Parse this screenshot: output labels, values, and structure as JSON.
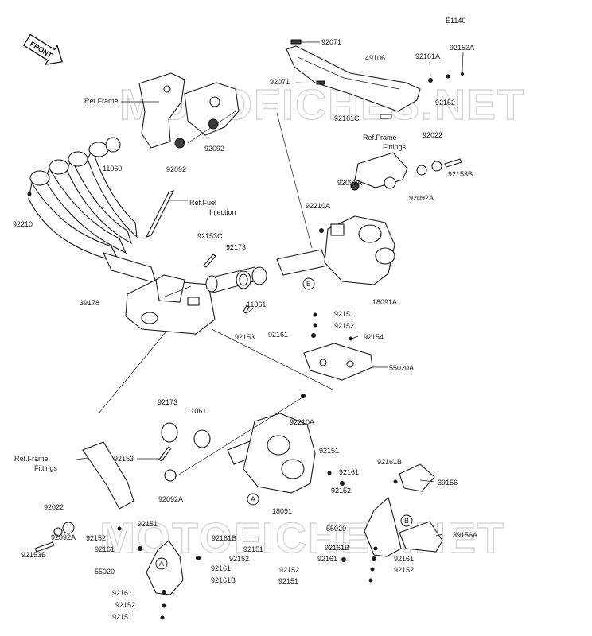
{
  "diagram_id": "E1140",
  "front_label": "FRONT",
  "watermark_top": "MOTOFICHES.NET",
  "watermark_bottom": "MOTOFICHES.NET",
  "ref_labels": {
    "frame_top": "Ref.Frame",
    "frame_fittings_right_1": "Ref.Frame",
    "frame_fittings_right_2": "Fittings",
    "fuel_injection_1": "Ref.Fuel",
    "fuel_injection_2": "Injection",
    "frame_fittings_left_1": "Ref.Frame",
    "frame_fittings_left_2": "Fittings"
  },
  "marker_labels": {
    "a": "A",
    "b": "B"
  },
  "parts": [
    {
      "key": "p1",
      "code": "92071"
    },
    {
      "key": "p2",
      "code": "49106"
    },
    {
      "key": "p3",
      "code": "92161A"
    },
    {
      "key": "p4",
      "code": "92153A"
    },
    {
      "key": "p5",
      "code": "92071"
    },
    {
      "key": "p6",
      "code": "92152"
    },
    {
      "key": "p7",
      "code": "92161C"
    },
    {
      "key": "p8",
      "code": "92092"
    },
    {
      "key": "p9",
      "code": "92092"
    },
    {
      "key": "p10",
      "code": "11060"
    },
    {
      "key": "p11",
      "code": "92022"
    },
    {
      "key": "p12",
      "code": "92153B"
    },
    {
      "key": "p13",
      "code": "92092A"
    },
    {
      "key": "p14",
      "code": "92092A"
    },
    {
      "key": "p15",
      "code": "92210A"
    },
    {
      "key": "p16",
      "code": "92210"
    },
    {
      "key": "p17",
      "code": "92153C"
    },
    {
      "key": "p18",
      "code": "92173"
    },
    {
      "key": "p19",
      "code": "18091A"
    },
    {
      "key": "p20",
      "code": "11061"
    },
    {
      "key": "p21",
      "code": "39178"
    },
    {
      "key": "p22",
      "code": "92151"
    },
    {
      "key": "p23",
      "code": "92152"
    },
    {
      "key": "p24",
      "code": "92161"
    },
    {
      "key": "p25",
      "code": "92153"
    },
    {
      "key": "p26",
      "code": "92154"
    },
    {
      "key": "p27",
      "code": "55020A"
    },
    {
      "key": "p28",
      "code": "92173"
    },
    {
      "key": "p29",
      "code": "11061"
    },
    {
      "key": "p30",
      "code": "92210A"
    },
    {
      "key": "p31",
      "code": "92153"
    },
    {
      "key": "p32",
      "code": "92151"
    },
    {
      "key": "p33",
      "code": "92161B"
    },
    {
      "key": "p34",
      "code": "92161"
    },
    {
      "key": "p35",
      "code": "39156"
    },
    {
      "key": "p36",
      "code": "92092A"
    },
    {
      "key": "p37",
      "code": "18091"
    },
    {
      "key": "p38",
      "code": "92152"
    },
    {
      "key": "p39",
      "code": "92022"
    },
    {
      "key": "p40",
      "code": "92151"
    },
    {
      "key": "p41",
      "code": "55020"
    },
    {
      "key": "p42",
      "code": "39156A"
    },
    {
      "key": "p43",
      "code": "92152"
    },
    {
      "key": "p44",
      "code": "92161B"
    },
    {
      "key": "p45",
      "code": "92161"
    },
    {
      "key": "p46",
      "code": "92151"
    },
    {
      "key": "p47",
      "code": "92161B"
    },
    {
      "key": "p48",
      "code": "92092A"
    },
    {
      "key": "p49",
      "code": "92152"
    },
    {
      "key": "p50",
      "code": "92161"
    },
    {
      "key": "p51",
      "code": "92161"
    },
    {
      "key": "p52",
      "code": "92153B"
    },
    {
      "key": "p53",
      "code": "55020"
    },
    {
      "key": "p54",
      "code": "92161"
    },
    {
      "key": "p55",
      "code": "92152"
    },
    {
      "key": "p56",
      "code": "92161B"
    },
    {
      "key": "p57",
      "code": "92152"
    },
    {
      "key": "p58",
      "code": "92151"
    },
    {
      "key": "p59",
      "code": "92161"
    },
    {
      "key": "p60",
      "code": "92152"
    },
    {
      "key": "p61",
      "code": "92151"
    }
  ]
}
